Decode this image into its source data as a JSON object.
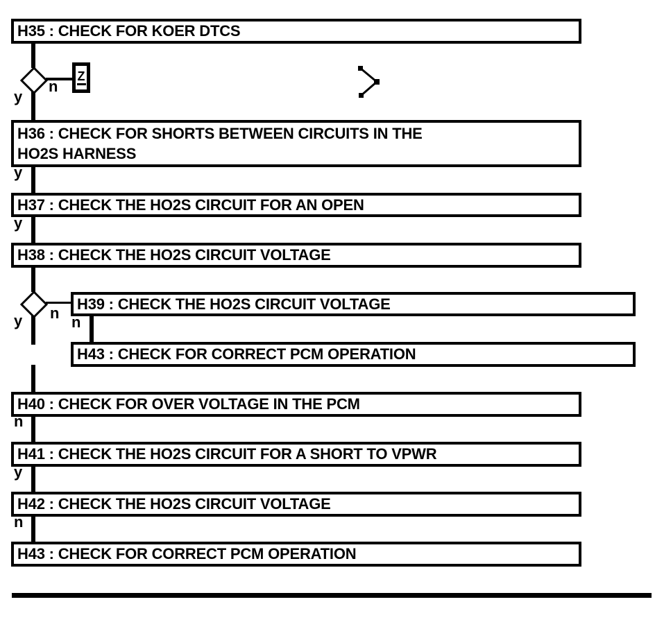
{
  "flowchart": {
    "nodes": [
      {
        "id": "H35",
        "label": "H35 : CHECK FOR KOER DTCS"
      },
      {
        "id": "H36",
        "label": "H36 : CHECK FOR SHORTS BETWEEN CIRCUITS IN THE\nHO2S HARNESS"
      },
      {
        "id": "H37",
        "label": "H37 : CHECK THE HO2S CIRCUIT FOR AN OPEN"
      },
      {
        "id": "H38",
        "label": "H38 : CHECK THE HO2S CIRCUIT VOLTAGE"
      },
      {
        "id": "H39",
        "label": "H39 : CHECK THE HO2S CIRCUIT VOLTAGE"
      },
      {
        "id": "H43a",
        "label": "H43 : CHECK FOR CORRECT PCM OPERATION"
      },
      {
        "id": "H40",
        "label": "H40 : CHECK FOR OVER VOLTAGE IN THE PCM"
      },
      {
        "id": "H41",
        "label": "H41 : CHECK THE HO2S CIRCUIT FOR A SHORT TO VPWR"
      },
      {
        "id": "H42",
        "label": "H42 : CHECK THE HO2S CIRCUIT VOLTAGE"
      },
      {
        "id": "H43b",
        "label": "H43 : CHECK FOR CORRECT PCM OPERATION"
      }
    ],
    "branch_labels": {
      "h35_yes": "y",
      "h35_no": "n",
      "h36_yes": "y",
      "h37_yes": "y",
      "h38_yes": "y",
      "h38_no": "n",
      "h39_no": "n",
      "h40_no": "n",
      "h41_yes": "y",
      "h42_no": "n"
    },
    "offpage_connector": "Z",
    "colors": {
      "ink": "#000000",
      "background": "#ffffff"
    }
  }
}
